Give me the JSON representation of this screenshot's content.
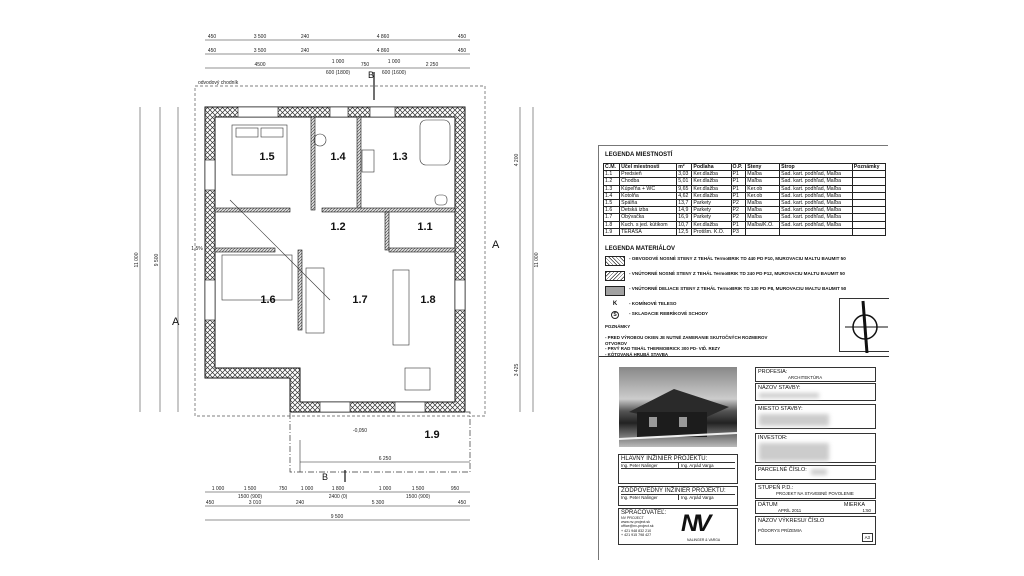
{
  "plan": {
    "path_label": "odvodový chodník",
    "rooms": [
      "1.1",
      "1.2",
      "1.3",
      "1.4",
      "1.5",
      "1.6",
      "1.7",
      "1.8",
      "1.9"
    ],
    "section_a": "A",
    "section_b": "B",
    "slope": "1,5%",
    "terrace_level": "-0,050",
    "top_dims_1": [
      "450",
      "3 500",
      "240",
      "4 860",
      "450"
    ],
    "top_dims_2": [
      "450",
      "3 500",
      "240",
      "4 860",
      "450"
    ],
    "top_dims_3": [
      "4500",
      "1 000",
      "600 (1800)",
      "750",
      "1 000",
      "600 (1600)",
      "2 250"
    ],
    "bottom_dims_1": [
      "1 000",
      "1 500",
      "1500 (900)",
      "750",
      "1 000",
      "1 800",
      "2400 (0)",
      "1 000",
      "1 500",
      "1500 (900)",
      "950"
    ],
    "bottom_dims_2": [
      "450",
      "3 010",
      "240",
      "5 300",
      "450"
    ],
    "bottom_dims_3": [
      "9 500"
    ],
    "terrace_dim": "6 250",
    "left_dims": [
      "11 000",
      "9 500"
    ],
    "right_dims": [
      "11 000",
      "4 200",
      "3 425"
    ]
  },
  "legend_rooms": {
    "title": "LEGENDA MIESTNOSTÍ",
    "headers": [
      "Č.M.",
      "Účel miestnosti",
      "m²",
      "Podlaha",
      "O.P.",
      "Steny",
      "Strop",
      "Poznámky"
    ],
    "rows": [
      [
        "1.1",
        "Predsieň",
        "3,03",
        "Ker.dlažba",
        "P1",
        "Maľba",
        "Sad. kart. podhľad, Maľba",
        ""
      ],
      [
        "1.2",
        "Chodba",
        "5,01",
        "Ker.dlažba",
        "P1",
        "Maľba",
        "Sad. kart. podhľad, Maľba",
        ""
      ],
      [
        "1.3",
        "Kúpeľňa + WC",
        "9,65",
        "Ker.dlažba",
        "P1",
        "Ker.ob",
        "Sad. kart. podhľad, Maľba",
        ""
      ],
      [
        "1.4",
        "Kotolňa",
        "4,62",
        "Ker.dlažba",
        "P1",
        "Ker.ob",
        "Sad. kart. podhľad, Maľba",
        ""
      ],
      [
        "1.5",
        "Spálňa",
        "13,7",
        "Parkety",
        "P2",
        "Maľba",
        "Sad. kart. podhľad, Maľba",
        ""
      ],
      [
        "1.6",
        "Detská izba",
        "14,9",
        "Parkety",
        "P2",
        "Maľba",
        "Sad. kart. podhľad, Maľba",
        ""
      ],
      [
        "1.7",
        "Obývačka",
        "16,9",
        "Parkety",
        "P2",
        "Maľba",
        "Sad. kart. podhľad, Maľba",
        ""
      ],
      [
        "1.8",
        "Kuch. s jed. kútikom",
        "10,7",
        "Ker.dlažba",
        "P1",
        "Maľba/K.O.",
        "Sad. kart. podhľad, Maľba",
        ""
      ],
      [
        "1.9",
        "TERASA",
        "12,5",
        "Protišm. K.O.",
        "P3",
        "",
        "",
        ""
      ]
    ]
  },
  "legend_materials": {
    "title": "LEGENDA MATERIÁLOV",
    "items": [
      "- OBVODOVÉ NOSNÉ STENY Z TEHÁL TermoBRIK TD 440 PD P10, MUROVACIU MALTU BAUMIT 50",
      "- VNÚTORNÉ NOSNÉ STENY Z TEHÁL TermoBRIK TD 240 PD P12, MUROVACIU MALTU BAUMIT 50",
      "- VNÚTORNÉ DELIACE STENY Z TEHÁL TermoBRIK TD 130 PD P8, MUROVACIU MALTU BAUMIT 50"
    ],
    "chimney_symbol": "K",
    "chimney_label": "- KOMÍNOVÉ TELESO",
    "stairs_symbol": "S",
    "stairs_label": "- SKLADACIE REBRÍKOVÉ SCHODY",
    "notes_title": "POZNÁMKY",
    "notes": [
      "- PRED VÝROBOU OKIEN JE NUTNÉ ZAMERANIE SKUTOČNÝCH ROZMEROV OTVOROV",
      "- PRVÝ RAD TEHÁL THERMOBRICK 300 PD- VIĎ. REZY",
      "- KÓTOVANÁ HRUBÁ STAVBA"
    ]
  },
  "title_block": {
    "chief_engineer_label": "HLAVNÝ INŽINIER PROJEKTU:",
    "chief_engineers": [
      "Ing. Peter Nalinger",
      "Ing. Arpád Varga"
    ],
    "responsible_engineer_label": "ZODPOVEDNÝ INŽINIER PROJEKTU:",
    "responsible_engineers": [
      "Ing. Peter Nalinger",
      "Ing. Arpád Varga"
    ],
    "processor_label": "SPRACOVATEĽ:",
    "processor_lines": [
      "NV PROJECT",
      "www.nv-project.sk",
      "office@nv-project.sk",
      "+ 421 948 832 210",
      "+ 421 915 798 427"
    ],
    "logo_text": "NV",
    "logo_caption": "NALINGER & VARGA",
    "profession_label": "PROFESIA:",
    "profession": "ARCHITEKTÚRA",
    "building_name_label": "NÁZOV STAVBY:",
    "building_place_label": "MIESTO STAVBY:",
    "investor_label": "INVESTOR:",
    "parcel_label": "PARCELNÉ ČÍSLO:",
    "stage_label": "STUPEŇ P.D.:",
    "stage": "PROJEKT NA STAVEBNÉ POVOLENIE",
    "date_label": "DÁTUM",
    "date": "APRÍL 2011",
    "scale_label": "MIERKA",
    "scale": "1:50",
    "drawing_label": "NÁZOV VÝKRESU/ ČÍSLO",
    "drawing_name": "PÔDORYS PRÍZEMIA",
    "sheet_format": "A3"
  }
}
